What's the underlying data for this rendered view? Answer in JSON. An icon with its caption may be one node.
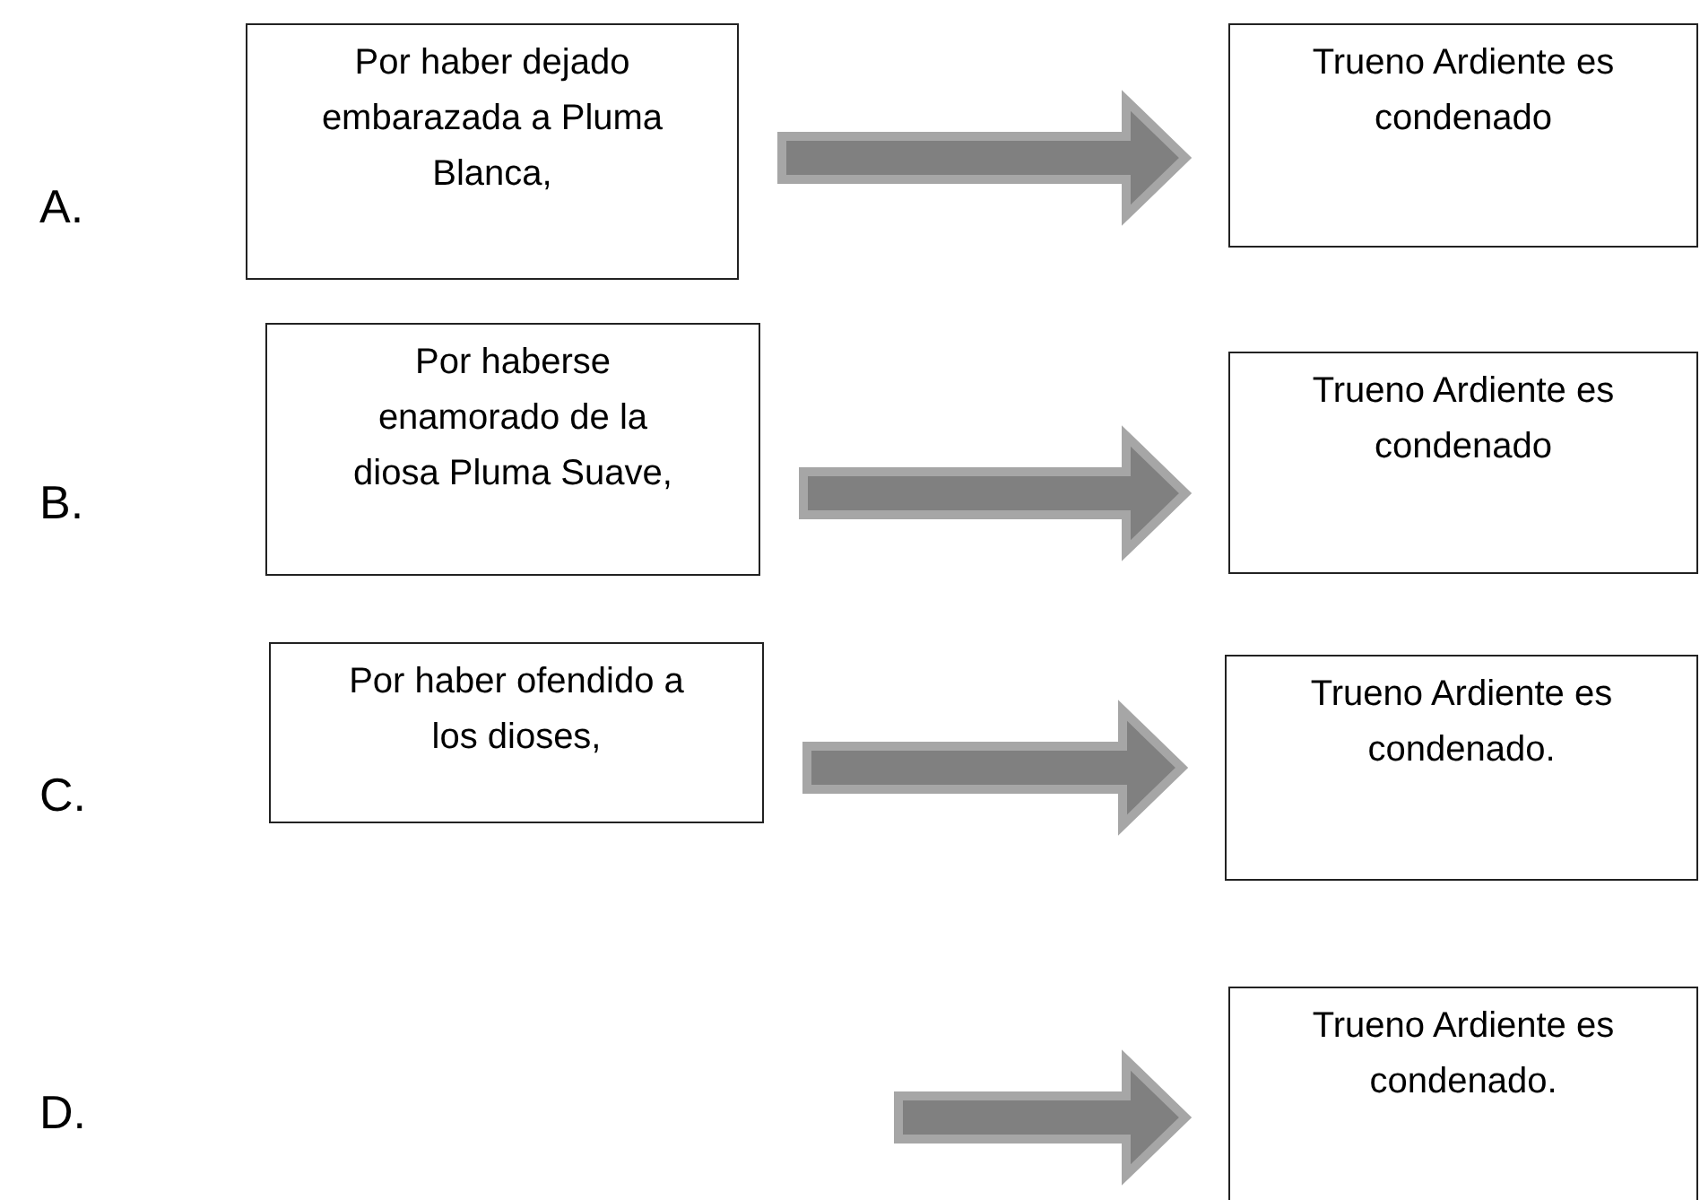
{
  "diagram": {
    "nodes": [
      {
        "text": [
          "Por haber dejado embarazada a Pluma Blanca,"
        ]
      },
      {
        "text": [
          "Trueno Ardiente es condenado"
        ]
      },
      {
        "text": [
          "Por haberse enamorado de la diosa Pluma Suave,"
        ]
      },
      {
        "text": [
          "Trueno Ardiente es condenado"
        ]
      },
      {
        "text": [
          "Por haber ofendido a los dioses,"
        ]
      },
      {
        "text": [
          "Trueno Ardiente es condenado."
        ]
      },
      {
        "text": [
          "Trueno Ardiente es condenado."
        ]
      }
    ],
    "edges": [
      {
        "from": 0,
        "to": 1,
        "arrow": "to"
      },
      {
        "from": 2,
        "to": 3,
        "arrow": "to"
      },
      {
        "from": 4,
        "to": 5,
        "arrow": "to"
      },
      {
        "from": null,
        "to": 6,
        "arrow": "to"
      }
    ],
    "labels": [
      "A.",
      "B.",
      "C.",
      "D."
    ]
  }
}
